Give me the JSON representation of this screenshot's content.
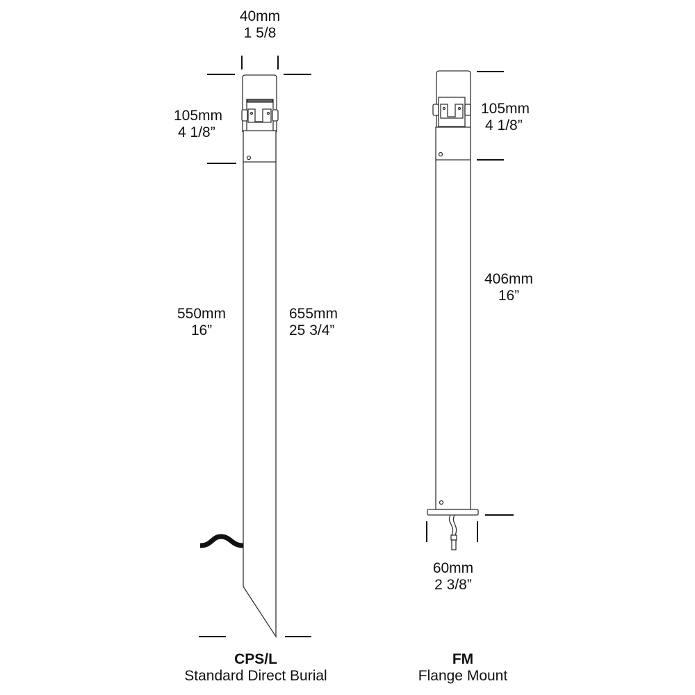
{
  "left_fixture": {
    "width_dim": {
      "mm": "40mm",
      "in": "1 5/8"
    },
    "head_dim": {
      "mm": "105mm",
      "in": "4 1/8”"
    },
    "shaft_dim": {
      "mm": "550mm",
      "in": "16”"
    },
    "total_dim": {
      "mm": "655mm",
      "in": "25 3/4”"
    },
    "model": "CPS/L",
    "description": "Standard Direct Burial"
  },
  "right_fixture": {
    "head_dim": {
      "mm": "105mm",
      "in": "4 1/8”"
    },
    "shaft_dim": {
      "mm": "406mm",
      "in": "16”"
    },
    "flange_dim": {
      "mm": "60mm",
      "in": "2 3/8”"
    },
    "model": "FM",
    "description": "Flange Mount"
  }
}
